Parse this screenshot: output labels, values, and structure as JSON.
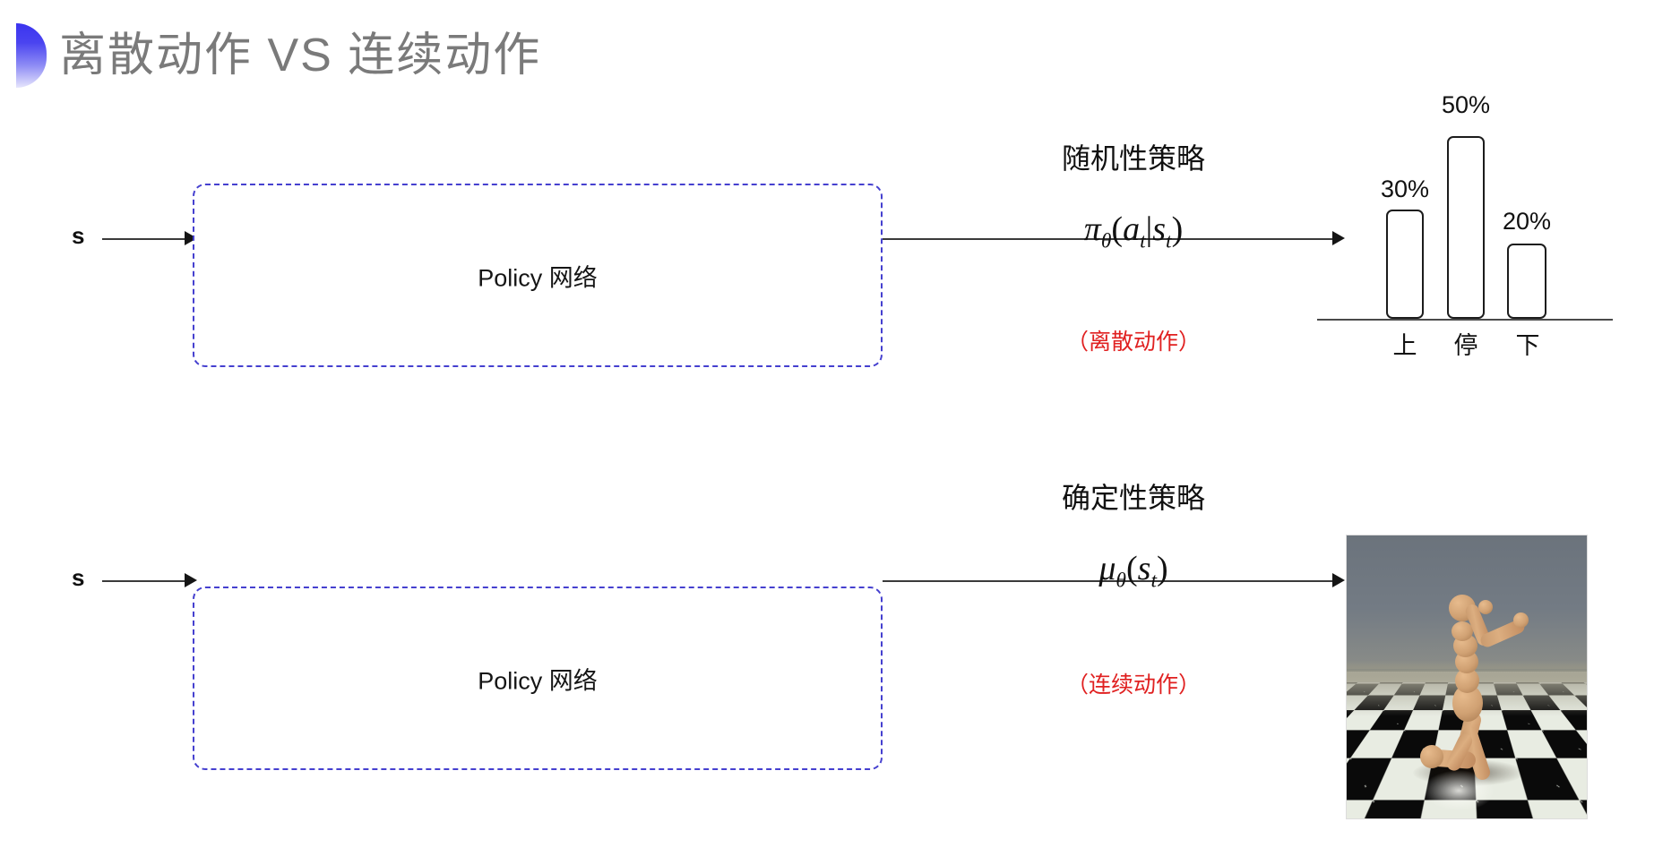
{
  "header": {
    "title": "离散动作 VS 连续动作",
    "bullet_icon": "half-circle-bullet",
    "title_color": "#7a7a7a",
    "accent_color": "#3b34ef"
  },
  "colors": {
    "box_border": "#4540cf",
    "arrow": "#3a3a3a",
    "red_note": "#e02020",
    "bar_stroke": "#1c1c1c"
  },
  "rows": [
    {
      "id": "discrete",
      "input_label": "s",
      "box_label": "Policy 网络",
      "policy_name": "随机性策略",
      "formula_plain": "πθ(at|st)",
      "formula": {
        "fn": "π",
        "sub_fn": "θ",
        "open": "(",
        "arg": "a",
        "sub_arg": "t",
        "bar": "|",
        "cond": "s",
        "sub_cond": "t",
        "close": ")"
      },
      "action_kind": "（离散动作）"
    },
    {
      "id": "continuous",
      "input_label": "s",
      "box_label": "Policy 网络",
      "policy_name": "确定性策略",
      "formula_plain": "μθ(st)",
      "formula": {
        "fn": "μ",
        "sub_fn": "θ",
        "open": "(",
        "arg": "s",
        "sub_arg": "t",
        "close": ")"
      },
      "action_kind": "（连续动作）",
      "output_media": "mujoco-humanoid-simulation"
    }
  ],
  "chart_data": {
    "type": "bar",
    "title": "",
    "xlabel": "",
    "ylabel": "",
    "categories": [
      "上",
      "停",
      "下"
    ],
    "values": [
      30,
      50,
      20
    ],
    "value_labels": [
      "30%",
      "50%",
      "20%"
    ],
    "ylim": [
      0,
      60
    ],
    "grid": false,
    "legend": null,
    "bar_fill": "#ffffff",
    "bar_stroke": "#1c1c1c"
  }
}
